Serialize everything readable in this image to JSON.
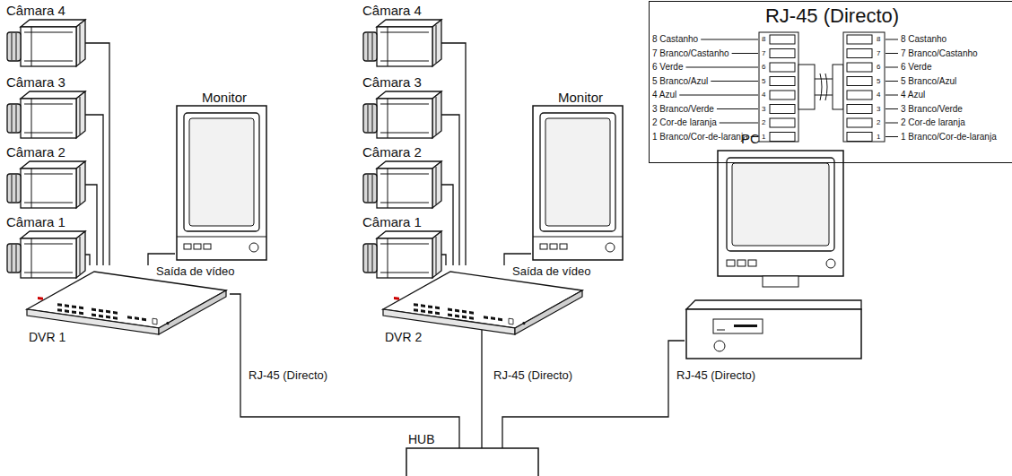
{
  "diagram": {
    "nodes": [
      {
        "text": [
          "Câmara 4"
        ]
      },
      {
        "text": [
          "Câmara 3"
        ]
      },
      {
        "text": [
          "Câmara 2"
        ]
      },
      {
        "text": [
          "Câmara 1"
        ]
      },
      {
        "text": [
          "Monitor"
        ]
      },
      {
        "text": [
          "DVR 1"
        ]
      },
      {
        "text": [
          "Câmara 4"
        ]
      },
      {
        "text": [
          "Câmara 3"
        ]
      },
      {
        "text": [
          "Câmara 2"
        ]
      },
      {
        "text": [
          "Câmara 1"
        ]
      },
      {
        "text": [
          "Monitor"
        ]
      },
      {
        "text": [
          "DVR 2"
        ]
      },
      {
        "text": [
          "PC"
        ]
      },
      {
        "text": [
          "HUB"
        ]
      },
      {
        "text": [
          "RJ-45 (Directo)"
        ]
      }
    ],
    "edges": [
      {
        "from": 0,
        "to": 5,
        "arrow": "none"
      },
      {
        "from": 1,
        "to": 5,
        "arrow": "none"
      },
      {
        "from": 2,
        "to": 5,
        "arrow": "none"
      },
      {
        "from": 3,
        "to": 5,
        "arrow": "none"
      },
      {
        "from": 4,
        "to": 5,
        "label": "Saída de vídeo",
        "arrow": "none"
      },
      {
        "from": 6,
        "to": 11,
        "arrow": "none"
      },
      {
        "from": 7,
        "to": 11,
        "arrow": "none"
      },
      {
        "from": 8,
        "to": 11,
        "arrow": "none"
      },
      {
        "from": 9,
        "to": 11,
        "arrow": "none"
      },
      {
        "from": 10,
        "to": 11,
        "label": "Saída de vídeo",
        "arrow": "none"
      },
      {
        "from": 5,
        "to": 13,
        "label": "RJ-45 (Directo)",
        "arrow": "none"
      },
      {
        "from": 11,
        "to": 13,
        "label": "RJ-45 (Directo)",
        "arrow": "none"
      },
      {
        "from": 12,
        "to": 13,
        "label": "RJ-45 (Directo)",
        "arrow": "none"
      }
    ],
    "labels": [
      "8 Castanho",
      "7 Branco/Castanho",
      "6 Verde",
      "5 Branco/Azul",
      "4 Azul",
      "3 Branco/Verde",
      "2 Cor-de laranja",
      "1 Branco/Cor-de-laranja",
      "8 Castanho",
      "7 Branco/Castanho",
      "6 Verde",
      "5 Branco/Azul",
      "4 Azul",
      "3 Branco/Verde",
      "2 Cor-de laranja",
      "1 Branco/Cor-de-laranja",
      "8",
      "7",
      "6",
      "5",
      "4",
      "3",
      "2",
      "1",
      "8",
      "7",
      "6",
      "5",
      "4",
      "3",
      "2",
      "1"
    ]
  }
}
